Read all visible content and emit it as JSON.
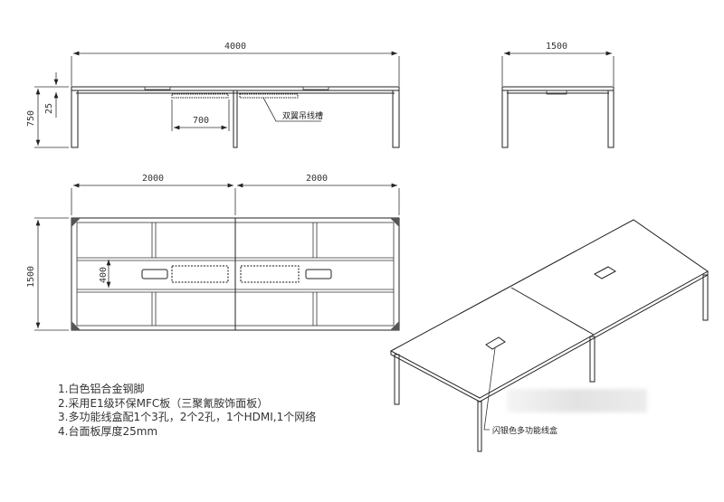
{
  "front_view": {
    "dim_length": "4000",
    "dim_height": "750",
    "dim_thickness": "25",
    "dim_tray": "700",
    "tray_label": "双翼吊线槽"
  },
  "side_view": {
    "dim_width": "1500"
  },
  "plan_view": {
    "dim_left": "2000",
    "dim_right": "2000",
    "dim_width": "1500",
    "dim_inner": "400"
  },
  "perspective_view": {
    "box_label": "闪银色多功能线盒"
  },
  "notes": [
    "1.白色铝合金钢脚",
    "2.采用E1级环保MFC板（三聚氰胺饰面板）",
    "3.多功能线盒配1个3孔，2个2孔，1个HDMI,1个网络",
    "4.台面板厚度25mm"
  ]
}
